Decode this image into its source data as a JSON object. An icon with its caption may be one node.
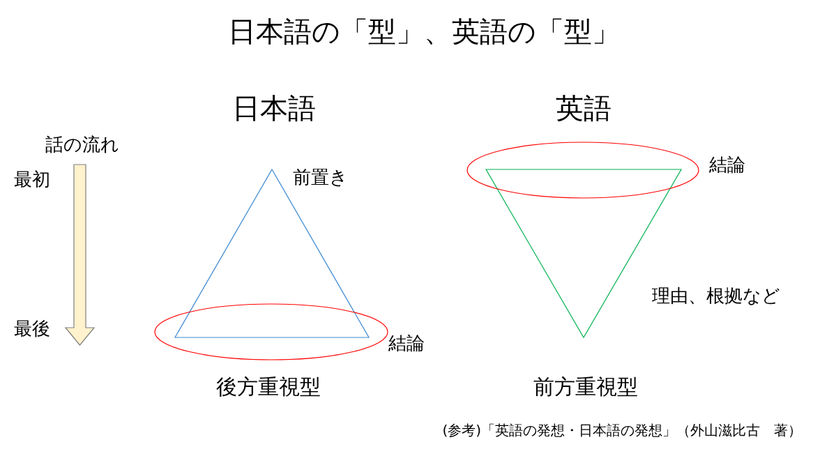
{
  "diagram": {
    "title": "日本語の「型」、英語の「型」",
    "caption": "(参考)「英語の発想・日本語の発想」（外山滋比古　著）",
    "labels": [
      "日本語",
      "英語",
      "話の流れ",
      "最初",
      "最後",
      "前置き",
      "結論",
      "後方重視型",
      "結論",
      "理由、根拠など",
      "前方重視型"
    ]
  }
}
